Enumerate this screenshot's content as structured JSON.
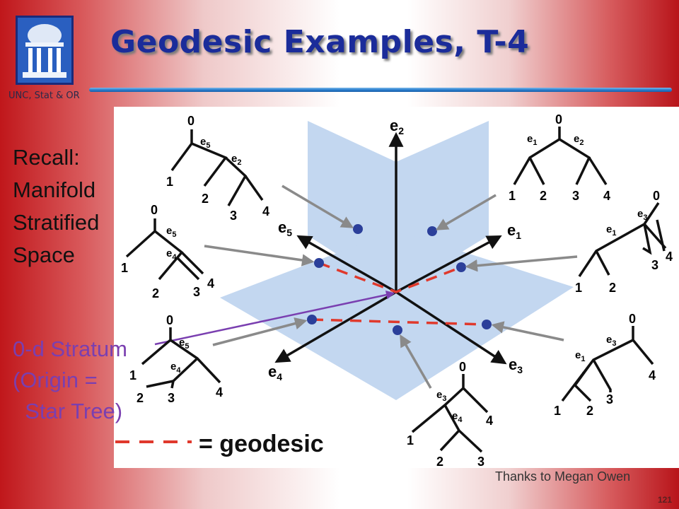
{
  "header": {
    "title": "Geodesic Examples, T-4",
    "affiliation": "UNC, Stat & OR"
  },
  "left_text": {
    "lines": [
      "Recall:",
      "Manifold",
      "Stratified",
      "Space"
    ]
  },
  "stratum_text": {
    "lines": [
      "0-d Stratum",
      "(Origin =",
      "  Star Tree)"
    ]
  },
  "diagram": {
    "axes": {
      "e1": "e",
      "e1_sub": "1",
      "e2": "e",
      "e2_sub": "2",
      "e3": "e",
      "e3_sub": "3",
      "e4": "e",
      "e4_sub": "4",
      "e5": "e",
      "e5_sub": "5"
    },
    "legend_label": "= geodesic",
    "tree_labels": {
      "root": "0",
      "leaf1": "1",
      "leaf2": "2",
      "leaf3": "3",
      "leaf4": "4",
      "e": "e",
      "s1": "1",
      "s2": "2",
      "s3": "3",
      "s4": "4",
      "s5": "5"
    },
    "colors": {
      "plane": "#c3d7f0",
      "geodesic": "#e0392c",
      "point": "#2b3f9a",
      "arrow": "#8a8a8a",
      "stratum_arrow": "#7a3fb0"
    }
  },
  "credit": "Thanks to Megan Owen",
  "page_number": "121"
}
